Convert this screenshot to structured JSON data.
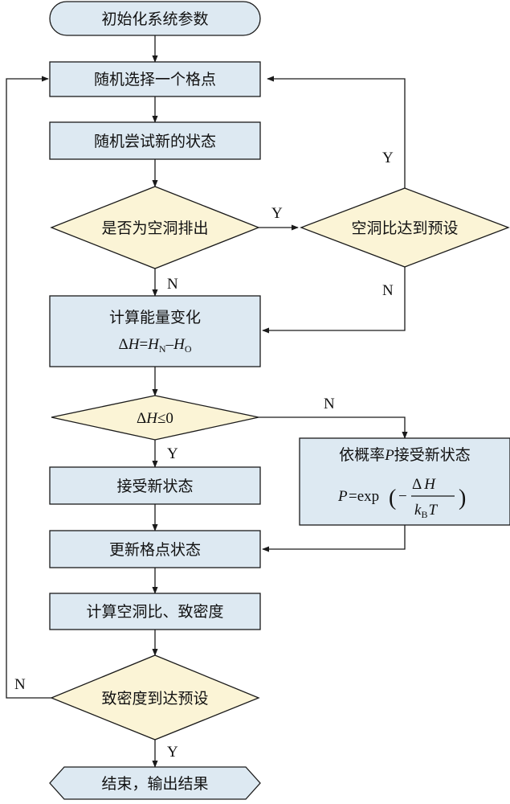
{
  "nodes": {
    "init": "初始化系统参数",
    "select_site": "随机选择一个格点",
    "try_state": "随机尝试新的状态",
    "is_void_discharge": "是否为空洞排出",
    "void_ratio_reached": "空洞比达到预设",
    "calc_energy": "计算能量变化",
    "energy_formula": {
      "delta": "Δ",
      "H": "H",
      "eq": "=",
      "minus": "–",
      "sub_new": "N",
      "sub_old": "O"
    },
    "delta_h_check": {
      "delta": "Δ",
      "H": "H",
      "rel": "≤0"
    },
    "prob_accept": {
      "prefix": "依概率",
      "P": "P",
      "suffix": "接受新状态"
    },
    "prob_formula": {
      "P": "P",
      "eq": "=exp",
      "minus": "−",
      "delta": "Δ",
      "H": "H",
      "k": "k",
      "k_sub": "B",
      "T": "T"
    },
    "accept": "接受新状态",
    "update_site": "更新格点状态",
    "calc_void_density": "计算空洞比、致密度",
    "density_reached": "致密度到达预设",
    "end": "结束，输出结果"
  },
  "edge_labels": {
    "void_yes": "Y",
    "void_no": "N",
    "ratio_yes": "Y",
    "ratio_no": "N",
    "dh_yes": "Y",
    "dh_no": "N",
    "density_yes": "Y",
    "density_no": "N"
  },
  "colors": {
    "process_fill": "#dde9f2",
    "decision_fill": "#fbf4d6",
    "stroke": "#1a1a1a"
  }
}
